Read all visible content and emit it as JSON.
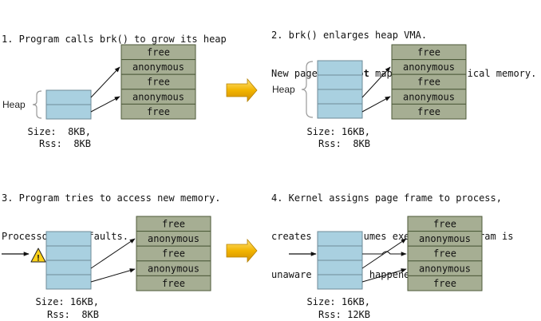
{
  "panels": [
    {
      "caption_lines": [
        "1. Program calls brk() to grow its heap"
      ],
      "heap_label": "Heap",
      "size_text": "Size:  8KB,",
      "rss_text": "Rss:  8KB"
    },
    {
      "caption_lines": [
        "2. brk() enlarges heap VMA.",
        "New pages are ",
        "not",
        " mapped onto physical memory."
      ],
      "heap_label": "Heap",
      "size_text": "Size: 16KB,",
      "rss_text": "Rss:  8KB"
    },
    {
      "caption_lines": [
        "3. Program tries to access new memory.",
        "Processor page faults."
      ],
      "size_text": "Size: 16KB,",
      "rss_text": "Rss:  8KB"
    },
    {
      "caption_lines": [
        "4. Kernel assigns page frame to process,",
        "creates PTE, resumes execution. Program is",
        "unaware anything happened."
      ],
      "size_text": "Size: 16KB,",
      "rss_text": "Rss: 12KB"
    }
  ],
  "physical_frames": [
    "free",
    "anonymous",
    "free",
    "anonymous",
    "free"
  ],
  "warning_symbol": "!",
  "colors": {
    "heap_page_fill": "#a9d0e0",
    "frame_fill": "#a6ae93",
    "arrow_fill": "#f2b400"
  }
}
